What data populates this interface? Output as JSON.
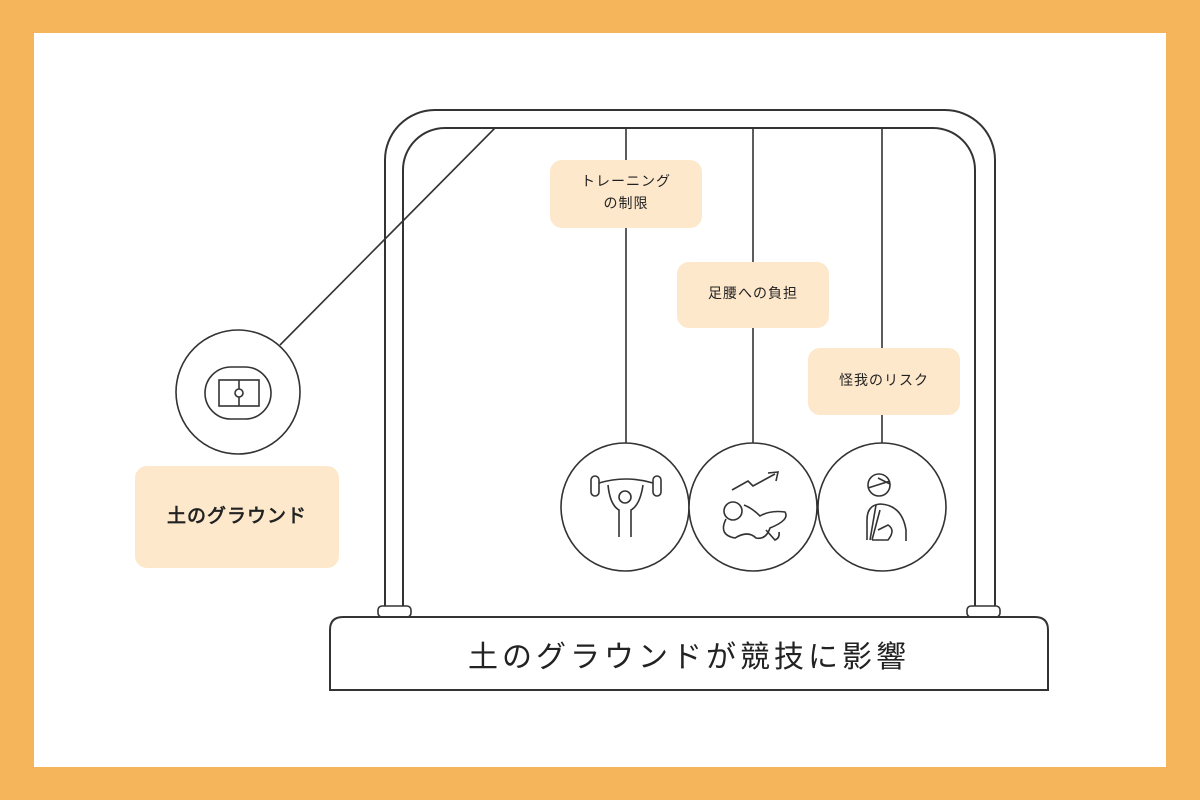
{
  "colors": {
    "frame": "#F5B55B",
    "label_bg": "#FDE8CC",
    "stroke": "#333333"
  },
  "main_label": "土のグラウンド",
  "base_text": "土のグラウンドが競技に影響",
  "balls": [
    {
      "label": "トレーニング\nの制限",
      "icon": "weightlifting-icon"
    },
    {
      "label": "足腰への負担",
      "icon": "tired-athlete-icon"
    },
    {
      "label": "怪我のリスク",
      "icon": "injury-icon"
    }
  ],
  "left_ball_icon": "soccer-field-icon"
}
